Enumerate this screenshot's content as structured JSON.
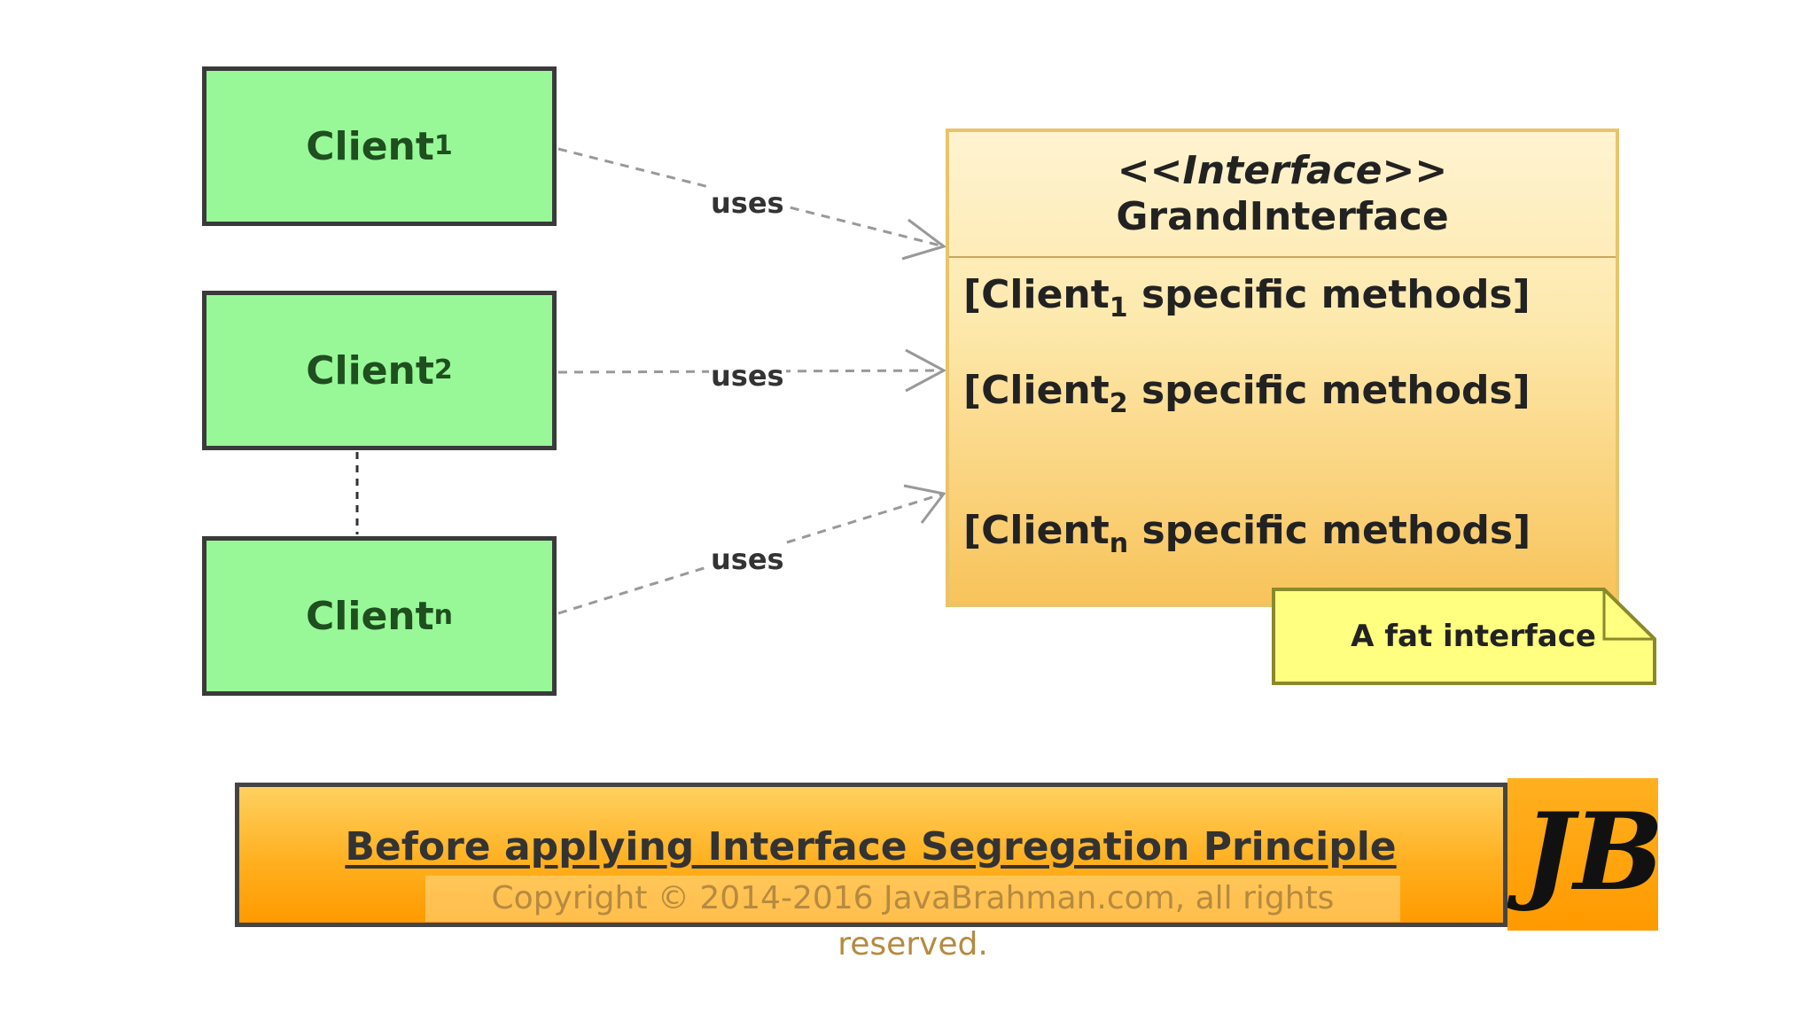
{
  "clients": [
    {
      "base": "Client",
      "sub": "1"
    },
    {
      "base": "Client",
      "sub": "2"
    },
    {
      "base": "Client",
      "sub": "n"
    }
  ],
  "interface": {
    "stereotype": "<<Interface>>",
    "name": "GrandInterface",
    "methods": [
      {
        "prefix": "[Client",
        "sub": "1",
        "suffix": " specific methods]"
      },
      {
        "prefix": "[Client",
        "sub": "2",
        "suffix": " specific methods]"
      },
      {
        "prefix": "[Client",
        "sub": "n",
        "suffix": " specific methods]"
      }
    ]
  },
  "edge_label": "uses",
  "note": "A fat interface",
  "banner": {
    "title": "Before applying Interface Segregation Principle",
    "copyright": "Copyright © 2014-2016 JavaBrahman.com, all rights reserved."
  },
  "logo": {
    "text": "JB"
  },
  "colors": {
    "client_fill": "#98f898",
    "client_border": "#3a3a3a",
    "interface_top": "#fff3d0",
    "interface_bottom": "#f8c35a",
    "note_fill": "#ffff80",
    "banner_fill": "#ffb020"
  }
}
